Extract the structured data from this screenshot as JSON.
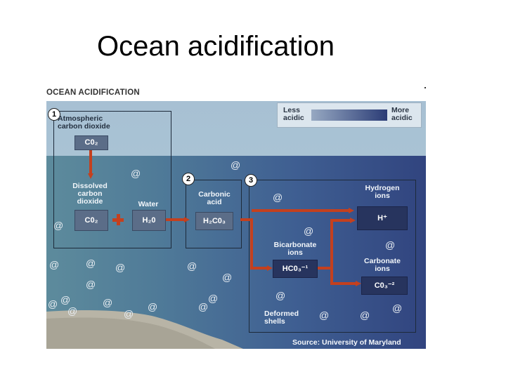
{
  "slide": {
    "title": "Ocean acidification"
  },
  "figure": {
    "header": "OCEAN ACIDIFICATION",
    "scale": {
      "less": "Less\nacidic",
      "more": "More\nacidic"
    },
    "step1": {
      "number": "1",
      "atmospheric": "Atmospheric\ncarbon dioxide",
      "atmospheric_formula": "C0₂",
      "dissolved": "Dissolved\ncarbon\ndioxide",
      "dissolved_formula": "C0₂",
      "water": "Water",
      "water_formula": "H₂0"
    },
    "step2": {
      "number": "2",
      "label": "Carbonic\nacid",
      "formula": "H₂C0₃"
    },
    "step3": {
      "number": "3",
      "hydrogen": "Hydrogen\nions",
      "hydrogen_formula": "H⁺",
      "bicarbonate": "Bicarbonate\nions",
      "bicarbonate_formula": "HC0₃⁻¹",
      "carbonate": "Carbonate\nions",
      "carbonate_formula": "C0₃⁻²",
      "deformed": "Deformed\nshells"
    },
    "source": "Source: University of Maryland",
    "colors": {
      "arrow": "#c4401e",
      "ocean_light": "#5d8b9c",
      "ocean_dark": "#31447f",
      "sky": "#a7c0d3"
    },
    "icons": [
      "shell-icon",
      "plus-icon",
      "arrow-icon"
    ]
  }
}
